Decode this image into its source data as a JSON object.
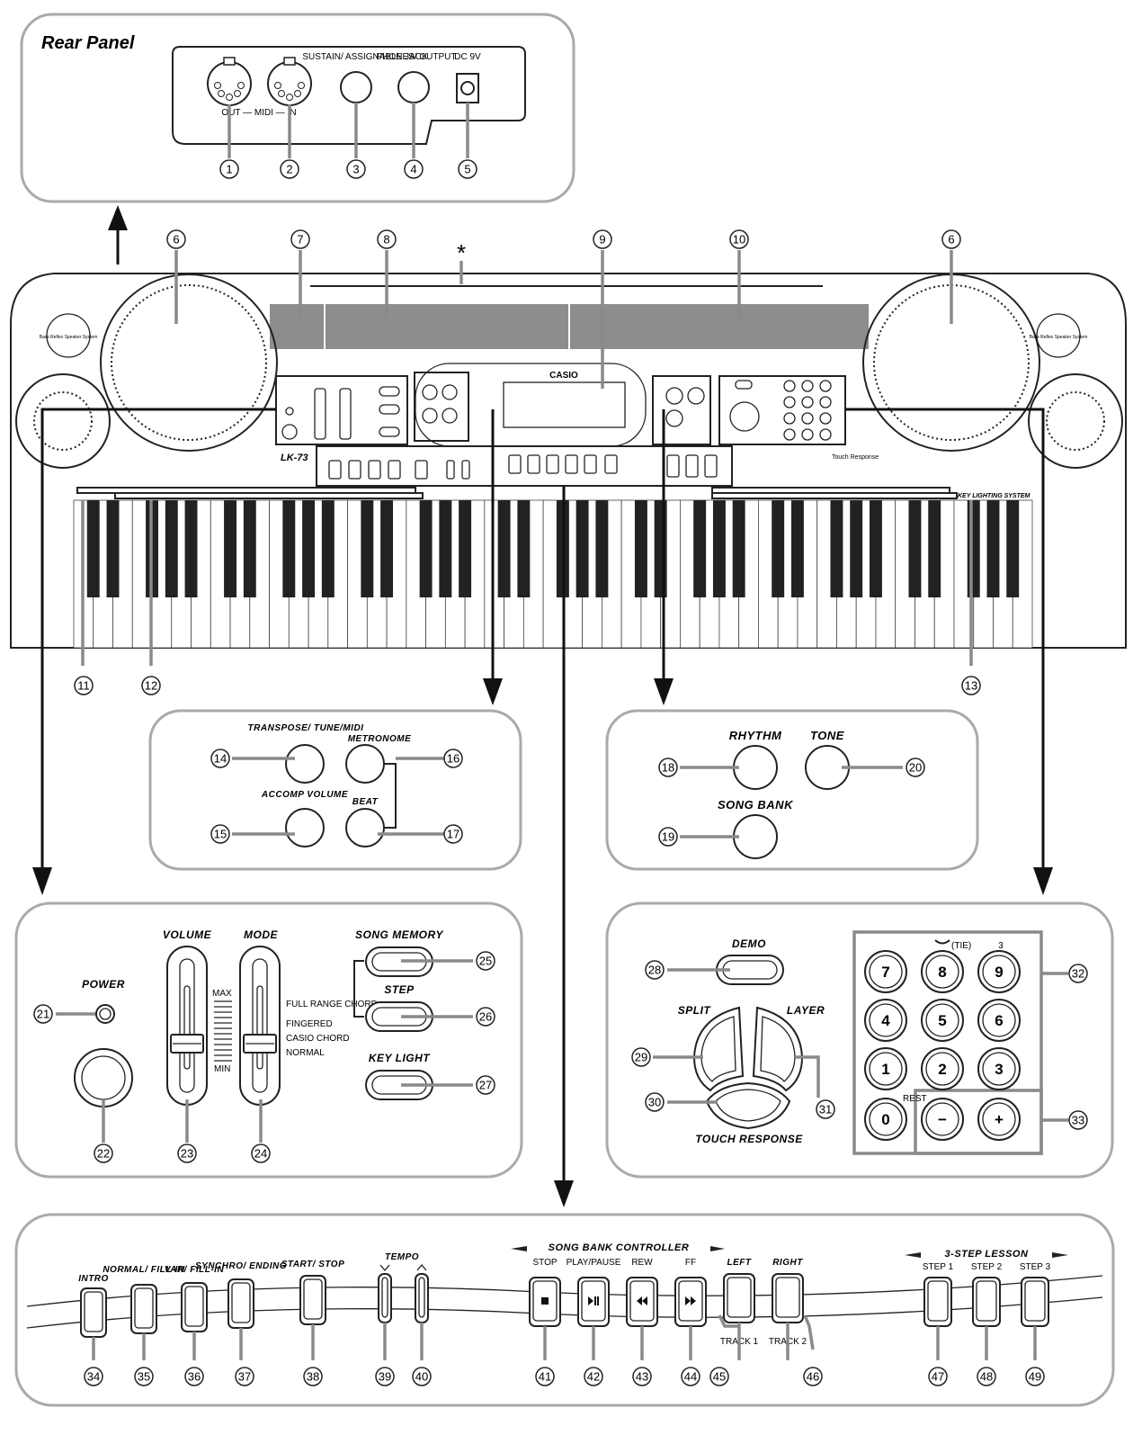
{
  "rear_panel": {
    "title": "Rear Panel",
    "midi_label": "OUT — MIDI — IN",
    "sustain_label": "SUSTAIN/ ASSIGNABLE JACK",
    "phones_label": "PHONES/ OUTPUT",
    "dc_label": "DC 9V"
  },
  "keyboard": {
    "brand": "CASIO",
    "model": "LK-73",
    "speaker_label": "Bass Reflex Speaker System",
    "key_lighting": "KEY LIGHTING SYSTEM",
    "touch_logo": "Touch Response"
  },
  "top_labels": {
    "asterisk": "*"
  },
  "panel_transpose": {
    "transpose": "TRANSPOSE/ TUNE/MIDI",
    "metronome": "METRONOME",
    "accomp_volume": "ACCOMP VOLUME",
    "beat": "BEAT"
  },
  "panel_rhythm": {
    "rhythm": "RHYTHM",
    "tone": "TONE",
    "song_bank": "SONG BANK"
  },
  "panel_power": {
    "power": "POWER",
    "volume": "VOLUME",
    "mode": "MODE",
    "max": "MAX",
    "min": "MIN",
    "modes": [
      "FULL RANGE CHORD",
      "FINGERED",
      "CASIO CHORD",
      "NORMAL"
    ],
    "song_memory": "SONG MEMORY",
    "step": "STEP",
    "key_light": "KEY LIGHT"
  },
  "panel_numpad": {
    "demo": "DEMO",
    "split": "SPLIT",
    "layer": "LAYER",
    "touch_response": "TOUCH RESPONSE",
    "tie": "(TIE)",
    "triplet": "3",
    "rest": "REST",
    "keys": [
      "7",
      "8",
      "9",
      "4",
      "5",
      "6",
      "1",
      "2",
      "3",
      "0",
      "−",
      "+"
    ]
  },
  "panel_bottom": {
    "intro": "INTRO",
    "normal_fill": "NORMAL/ FILL-IN",
    "var_fill": "VAR/ FILL-IN",
    "synchro": "SYNCHRO/ ENDING",
    "start_stop": "START/ STOP",
    "tempo": "TEMPO",
    "song_bank_controller": "SONG BANK CONTROLLER",
    "stop": "STOP",
    "play_pause": "PLAY/PAUSE",
    "rew": "REW",
    "ff": "FF",
    "left": "LEFT",
    "right": "RIGHT",
    "track1": "TRACK 1",
    "track2": "TRACK 2",
    "lesson": "3-STEP LESSON",
    "step1": "STEP 1",
    "step2": "STEP 2",
    "step3": "STEP 3"
  },
  "callouts": [
    "1",
    "2",
    "3",
    "4",
    "5",
    "6",
    "7",
    "8",
    "9",
    "10",
    "11",
    "12",
    "13",
    "14",
    "15",
    "16",
    "17",
    "18",
    "19",
    "20",
    "21",
    "22",
    "23",
    "24",
    "25",
    "26",
    "27",
    "28",
    "29",
    "30",
    "31",
    "32",
    "33",
    "34",
    "35",
    "36",
    "37",
    "38",
    "39",
    "40",
    "41",
    "42",
    "43",
    "44",
    "45",
    "46",
    "47",
    "48",
    "49"
  ]
}
